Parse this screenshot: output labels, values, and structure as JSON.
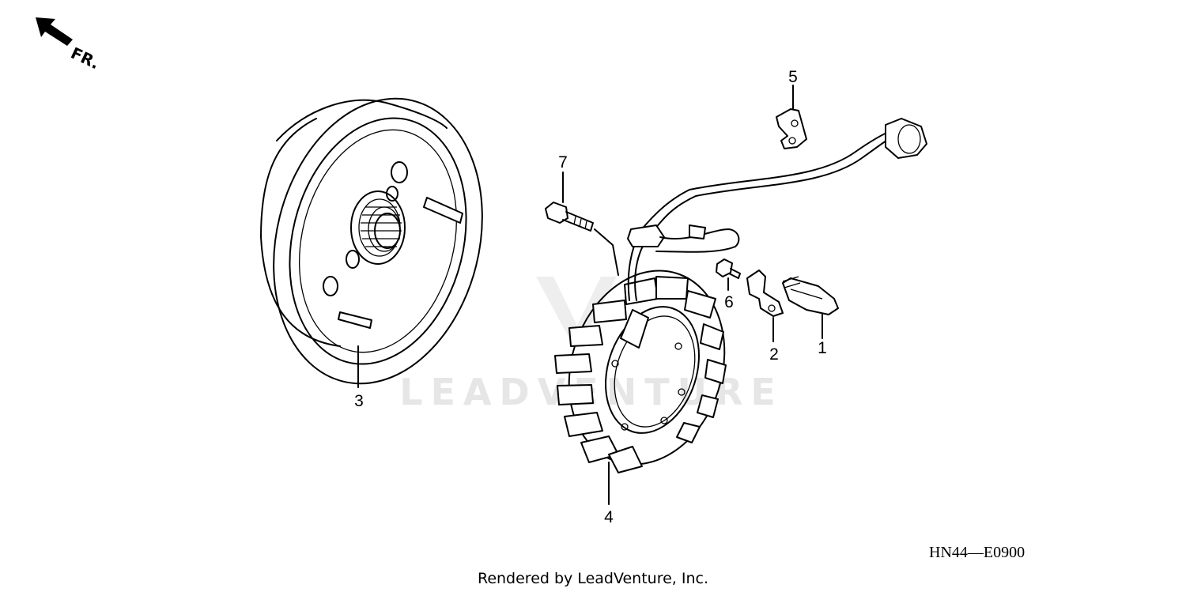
{
  "diagram": {
    "orientation_label": "FR.",
    "diagram_code": "HN44—E0900",
    "watermark": "LEADVENTURE",
    "footer": "Rendered by LeadVenture, Inc.",
    "callouts": [
      {
        "id": "1",
        "label": "1"
      },
      {
        "id": "2",
        "label": "2"
      },
      {
        "id": "3",
        "label": "3"
      },
      {
        "id": "4",
        "label": "4"
      },
      {
        "id": "5",
        "label": "5"
      },
      {
        "id": "6",
        "label": "6"
      },
      {
        "id": "7",
        "label": "7"
      }
    ]
  }
}
